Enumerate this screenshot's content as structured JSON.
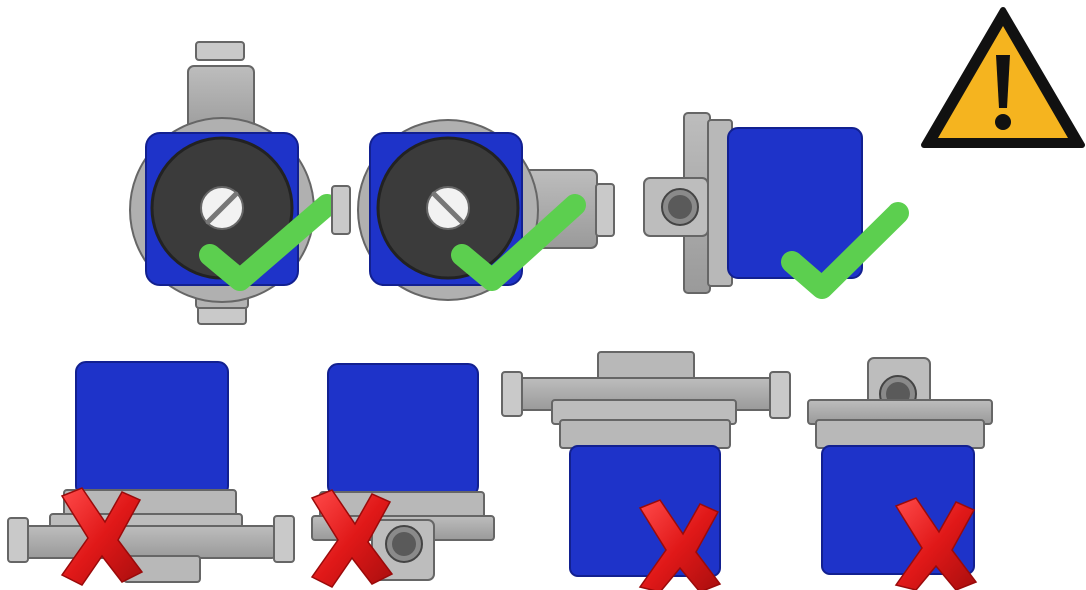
{
  "title": "",
  "colors": {
    "motor_blue": "#1e33c9",
    "metal_gray": "#a9a9a9",
    "metal_light": "#c8c8c8",
    "metal_dark": "#5a5a5a",
    "rotor_dark": "#3b3b3b",
    "screw_white": "#f2f2f2",
    "check_green": "#5ccf4f",
    "cross_red": "#e01818",
    "warning_yellow": "#f5b41f",
    "warning_black": "#111111"
  },
  "icons": {
    "warning": "warning-icon",
    "ok": "checkmark-icon",
    "not_ok": "cross-icon"
  },
  "installations": [
    {
      "id": "pump-front-vertical-pipe",
      "verdict": "correct"
    },
    {
      "id": "pump-front-horizontal-pipe",
      "verdict": "correct"
    },
    {
      "id": "pump-side-shaft-horizontal",
      "verdict": "correct"
    },
    {
      "id": "pump-motor-up-horizontal-pipe",
      "verdict": "incorrect"
    },
    {
      "id": "pump-motor-up-inlet-front",
      "verdict": "incorrect"
    },
    {
      "id": "pump-motor-down-horizontal-pipe",
      "verdict": "incorrect"
    },
    {
      "id": "pump-motor-down-inlet-front",
      "verdict": "incorrect"
    }
  ]
}
